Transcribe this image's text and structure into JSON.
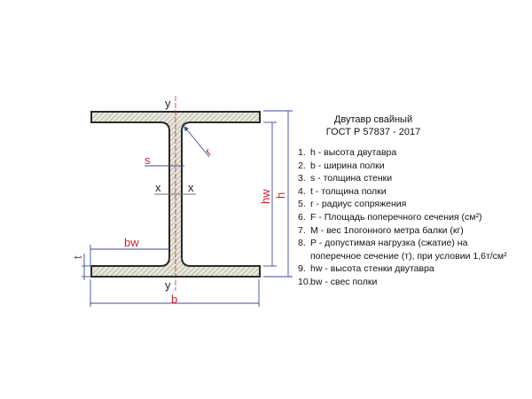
{
  "diagram": {
    "labels": {
      "y_top": "y",
      "y_bottom": "y",
      "x_left": "x",
      "x_right": "x",
      "s": "s",
      "r": "r",
      "bw": "bw",
      "t": "t",
      "b": "b",
      "hw": "hw",
      "h": "h"
    },
    "colors": {
      "outline": "#2b2b2b",
      "fill": "#e8e8dc",
      "hatch": "#8a8a7a",
      "dimension": "#3a4aa0",
      "label": "#d0202a",
      "axis": "#c03030"
    }
  },
  "legend": {
    "title_line1": "Двутавр свайный",
    "title_line2": "ГОСТ Р 57837 - 2017",
    "items": [
      {
        "num": "1.",
        "text": "h - высота двутавра"
      },
      {
        "num": "2.",
        "text": "b - ширина полки"
      },
      {
        "num": "3.",
        "text": "s - толщина стенки"
      },
      {
        "num": "4.",
        "text": "t - толщина полки"
      },
      {
        "num": "5.",
        "text": "r - радиус сопряжения"
      },
      {
        "num": "6.",
        "text": "F - Площадь поперечного сечения (см²)"
      },
      {
        "num": "7.",
        "text": "M - вес 1погонного метра балки (кг)"
      },
      {
        "num": "8.",
        "text": "P - допустимая нагрузка (сжатие) на",
        "cont": "поперечное сечение (т), при условии 1,6т/см²"
      },
      {
        "num": "9.",
        "text": "hw - высота стенки двутавра"
      },
      {
        "num": "10.",
        "text": "bw - свес полки"
      }
    ]
  }
}
